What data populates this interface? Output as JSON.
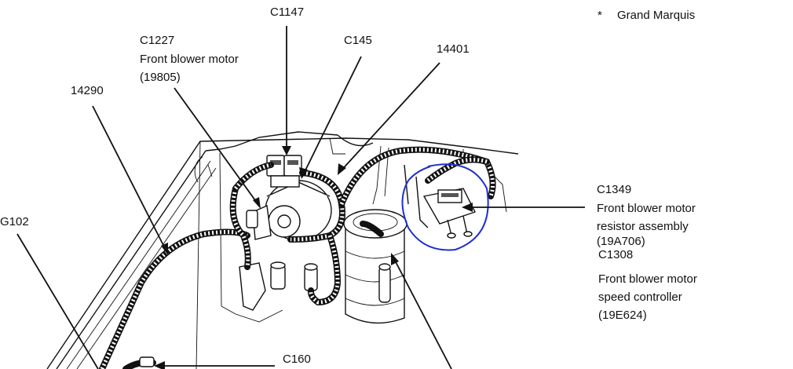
{
  "note": {
    "marker": "*",
    "text": "Grand Marquis"
  },
  "labels": {
    "c1147": "C1147",
    "c1227": "C1227",
    "c1227_desc1": "Front blower motor",
    "c1227_desc2": "(19805)",
    "c145": "C145",
    "l14401": "14401",
    "l14290": "14290",
    "g102": "G102",
    "c1349": "C1349",
    "c1349_desc1": "Front blower motor",
    "c1349_desc2": "resistor assembly",
    "c1349_desc3": "(19A706)",
    "c1308": "C1308",
    "c1308_desc1": "Front blower motor",
    "c1308_desc2": "speed controller",
    "c1308_desc3": "(19E624)",
    "c160": "C160"
  },
  "colors": {
    "ink": "#111111",
    "highlight": "#1f2fd0",
    "background": "#ffffff"
  }
}
